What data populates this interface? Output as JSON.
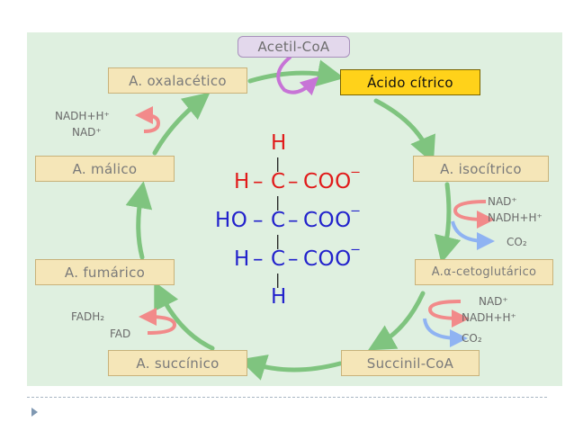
{
  "diagram": {
    "acetyl_coa": "Acetil-CoA",
    "steps": {
      "citrate": "Ácido cítrico",
      "isocitrate": "A. isocítrico",
      "alpha_ketoglutarate": "A.α-cetoglutárico",
      "succinyl_coa": "Succinil-CoA",
      "succinate": "A. succínico",
      "fumarate": "A. fumárico",
      "malate": "A. málico",
      "oxaloacetate": "A. oxalacético"
    },
    "cofactors": {
      "nadh_out": "NADH+H⁺",
      "nad_in": "NAD⁺",
      "co2": "CO₂",
      "fadh2": "FADH₂",
      "fad": "FAD"
    },
    "molecule": {
      "h_top": "H",
      "row1_h": "H",
      "row1_c": "C",
      "row1_coo": "COO",
      "row2_ho": "HO",
      "row2_c": "C",
      "row2_coo": "COO",
      "row3_h": "H",
      "row3_c": "C",
      "row3_coo": "COO",
      "h_bottom": "H",
      "bond_h": "–",
      "bond_v": "|",
      "charge": "⁻"
    },
    "colors": {
      "cycle_arrow": "#7fc47f",
      "red_arrow": "#f28a8a",
      "blue_arrow": "#8fb3f2",
      "purple_arrow": "#c774d6",
      "current_step": "#ffd21a"
    }
  }
}
